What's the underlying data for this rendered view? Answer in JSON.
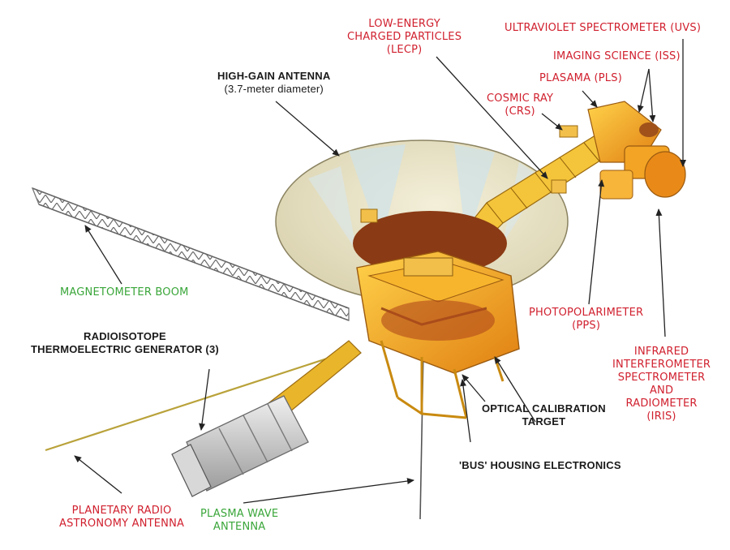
{
  "labels": {
    "high_gain": {
      "title": "HIGH-GAIN ANTENNA",
      "sub": "(3.7-meter diameter)"
    },
    "lecp": [
      "LOW-ENERGY",
      "CHARGED PARTICLES",
      "(LECP)"
    ],
    "uvs": "ULTRAVIOLET SPECTROMETER (UVS)",
    "iss": "IMAGING SCIENCE (ISS)",
    "pls": "PLASAMA (PLS)",
    "crs": [
      "COSMIC RAY",
      "(CRS)"
    ],
    "magnetometer": "MAGNETOMETER BOOM",
    "rtg": [
      "RADIOISOTOPE",
      "THERMOELECTRIC GENERATOR (3)"
    ],
    "pps": [
      "PHOTOPOLARIMETER",
      "(PPS)"
    ],
    "iris": [
      "INFRARED",
      "INTERFEROMETER",
      "SPECTROMETER",
      "AND",
      "RADIOMETER",
      "(IRIS)"
    ],
    "optical": [
      "OPTICAL CALIBRATION",
      "TARGET"
    ],
    "bus": "'BUS' HOUSING ELECTRONICS",
    "pra": [
      "PLANETARY RADIO",
      "ASTRONOMY ANTENNA"
    ],
    "pws": [
      "PLASMA WAVE",
      "ANTENNA"
    ]
  },
  "colors": {
    "red_label": "#d0202e",
    "green_label": "#3aa63a",
    "body_orange": "#f2a323",
    "body_dark": "#a0521a",
    "dish": "#e7e1c7",
    "boom": "#c9a92a"
  }
}
